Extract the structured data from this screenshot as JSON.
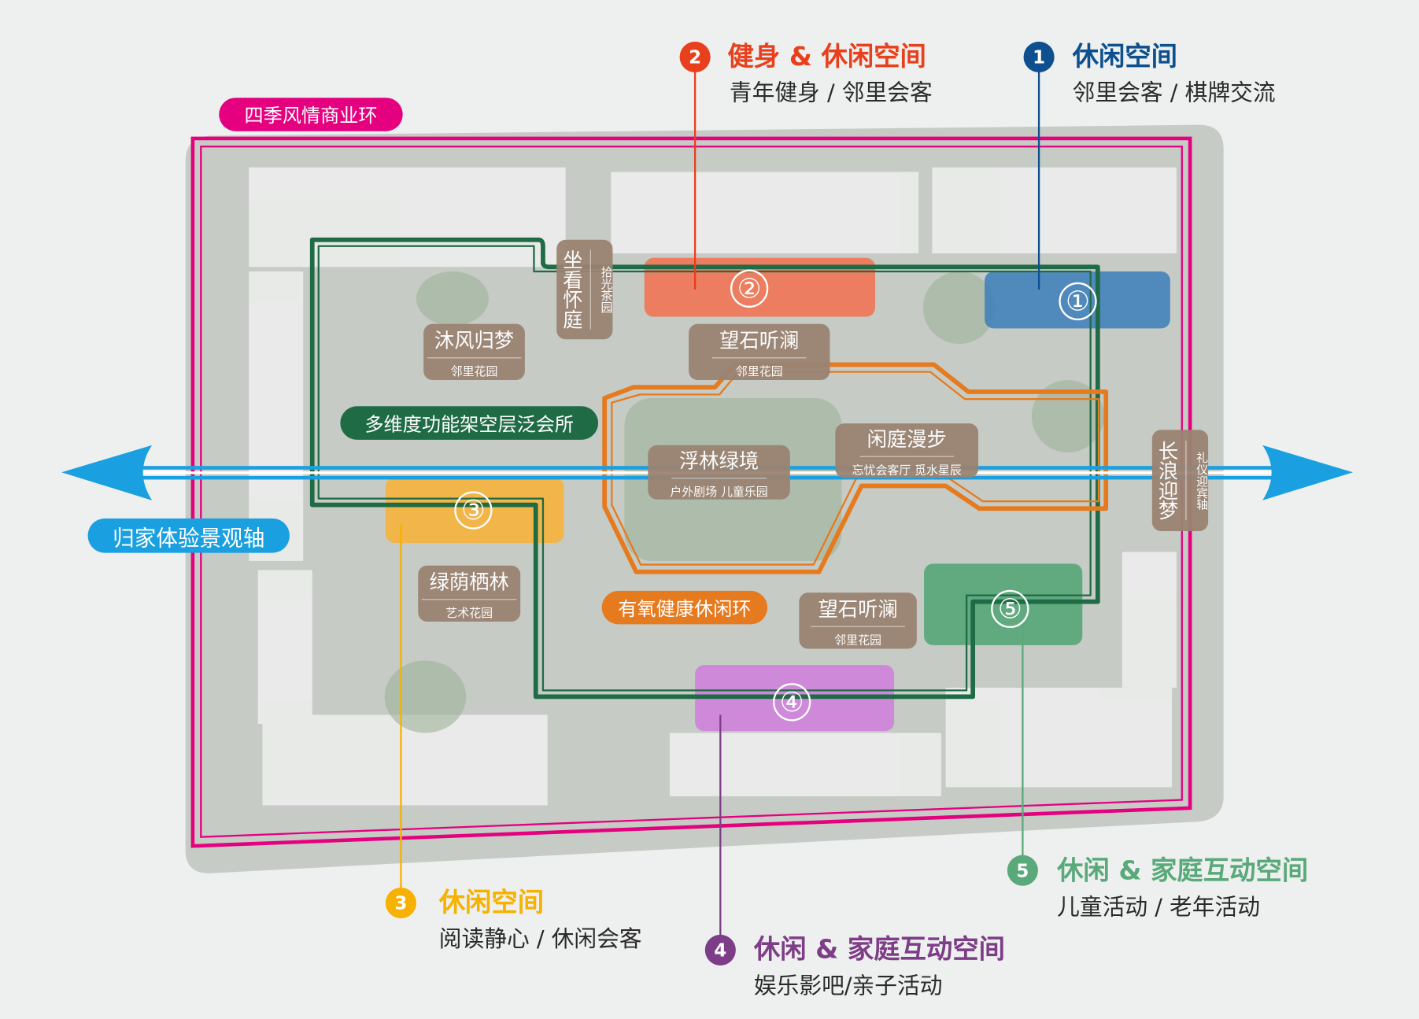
{
  "colors": {
    "ring": "#e4007f",
    "path": "#1f6b45",
    "loop": "#e57a1f",
    "axis": "#1aa0e0",
    "brown": "#9a8372"
  },
  "ring_label": "四季风情商业环",
  "axis_label": "归家体验景观轴",
  "path_label": "多维度功能架空层泛会所",
  "loop_label": "有氧健康休闲环",
  "zones": [
    {
      "num": "①",
      "color": "#3b7eb8"
    },
    {
      "num": "②",
      "color": "#f2704e"
    },
    {
      "num": "③",
      "color": "#f8b133"
    },
    {
      "num": "④",
      "color": "#cf7fdc"
    },
    {
      "num": "⑤",
      "color": "#4fa472"
    }
  ],
  "gardens": [
    {
      "name": "沐风归梦",
      "sub": "邻里花园"
    },
    {
      "name": "望石听澜",
      "sub": "邻里花园"
    },
    {
      "name": "浮林绿境",
      "sub": "户外剧场  儿童乐园"
    },
    {
      "name": "闲庭漫步",
      "sub": "忘忧会客厅  觅水星辰"
    },
    {
      "name": "绿荫栖林",
      "sub": "艺术花园"
    },
    {
      "name": "望石听澜",
      "sub": "邻里花园"
    },
    {
      "name": "坐看怀庭",
      "sub": "拾光茶园"
    },
    {
      "name": "长浪迎梦",
      "sub": "礼仪迎宾轴"
    }
  ],
  "callouts": [
    {
      "num": "1",
      "title": "休闲空间",
      "sub": "邻里会客 / 棋牌交流",
      "color": "#0e4f8f"
    },
    {
      "num": "2",
      "title": "健身 & 休闲空间",
      "sub": "青年健身 / 邻里会客",
      "color": "#e8401c"
    },
    {
      "num": "3",
      "title": "休闲空间",
      "sub": "阅读静心 / 休闲会客",
      "color": "#f7b100"
    },
    {
      "num": "4",
      "title": "休闲 & 家庭互动空间",
      "sub": "娱乐影吧/亲子活动",
      "color": "#7d3d87"
    },
    {
      "num": "5",
      "title": "休闲 & 家庭互动空间",
      "sub": "儿童活动 / 老年活动",
      "color": "#5aa97a"
    }
  ]
}
